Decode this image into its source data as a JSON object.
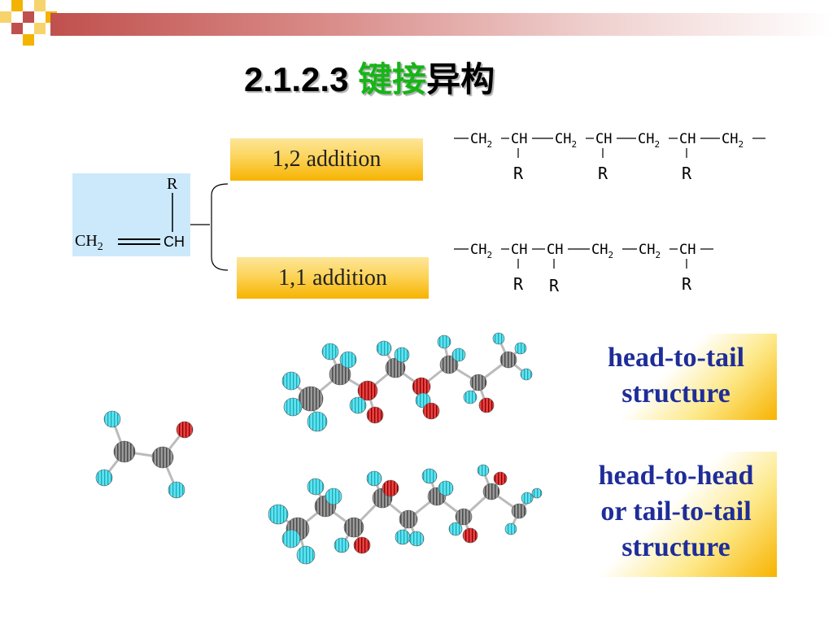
{
  "slide": {
    "title_number": "2.1.2.3",
    "title_highlight": "键接",
    "title_rest": "异构"
  },
  "monomer": {
    "r": "R",
    "ch2": "CH",
    "ch2_sub": "2",
    "ch": "CH"
  },
  "additions": {
    "one_two": "1,2 addition",
    "one_one": "1,1 addition"
  },
  "chain_top": {
    "segments": [
      "CH2",
      "CH",
      "CH2",
      "CH",
      "CH2",
      "CH",
      "CH2"
    ],
    "substituent": "R"
  },
  "chain_bottom": {
    "segments": [
      "CH2",
      "CH",
      "CH",
      "CH2",
      "CH2",
      "CH"
    ],
    "substituent": "R"
  },
  "structures": {
    "head_to_tail": [
      "head-to-tail",
      "structure"
    ],
    "head_to_head": [
      "head-to-head",
      "or tail-to-tail",
      "structure"
    ]
  },
  "colors": {
    "title_highlight": "#18b418",
    "structure_text": "#1f2d99",
    "atom_carbon": "#808080",
    "atom_hydrogen": "#33d6e8",
    "atom_substituent": "#e01010"
  }
}
